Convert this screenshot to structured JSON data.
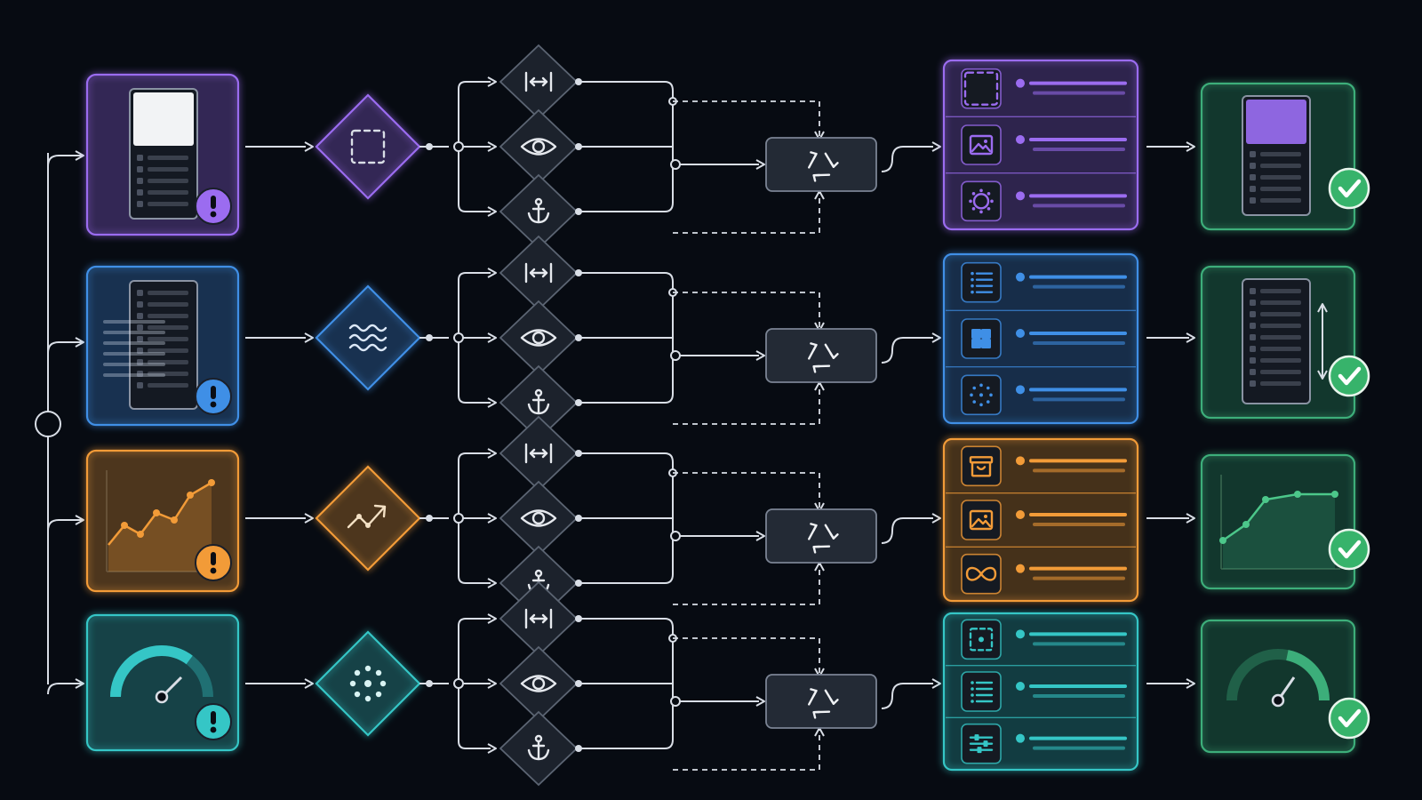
{
  "colors": {
    "background": "#070b12",
    "connector": "#d9dee6",
    "lanes": [
      "#9b6cf0",
      "#3f8fe6",
      "#f29b38",
      "#35c6c6"
    ],
    "success": "#37b36b",
    "output_border": "#3cae7a"
  },
  "lanes": [
    {
      "id": "layout",
      "accent": "#9b6cf0",
      "source_icon": "wireframe-page-icon",
      "alert_icon": "exclamation-badge-icon",
      "decision_icon": "dashed-square-icon",
      "merge_icon": "recycle-icon",
      "list_icons": [
        "dashed-square-icon",
        "image-icon",
        "gear-circle-icon"
      ],
      "output_icon": "wireframe-page-highlighted-icon",
      "status_icon": "check-badge-icon"
    },
    {
      "id": "motion",
      "accent": "#3f8fe6",
      "source_icon": "wireframe-page-motion-icon",
      "alert_icon": "exclamation-badge-icon",
      "decision_icon": "waves-icon",
      "merge_icon": "recycle-icon",
      "list_icons": [
        "list-icon",
        "grid-icon",
        "dots-circle-icon"
      ],
      "output_icon": "wireframe-page-scroll-icon",
      "status_icon": "check-badge-icon"
    },
    {
      "id": "trend",
      "accent": "#f29b38",
      "source_icon": "line-chart-icon",
      "alert_icon": "exclamation-badge-icon",
      "decision_icon": "trend-arrow-icon",
      "merge_icon": "recycle-icon",
      "list_icons": [
        "archive-box-icon",
        "image-icon",
        "infinity-icon"
      ],
      "output_icon": "line-chart-smooth-icon",
      "status_icon": "check-badge-icon"
    },
    {
      "id": "performance",
      "accent": "#35c6c6",
      "source_icon": "gauge-icon",
      "alert_icon": "exclamation-badge-icon",
      "decision_icon": "dots-ring-icon",
      "merge_icon": "recycle-icon",
      "list_icons": [
        "focus-frame-icon",
        "list-icon",
        "sliders-icon"
      ],
      "output_icon": "gauge-green-icon",
      "status_icon": "check-badge-icon"
    }
  ],
  "branch_icons": [
    "width-arrows-icon",
    "eye-icon",
    "anchor-icon"
  ],
  "hub_icon": "junction-circle-icon"
}
